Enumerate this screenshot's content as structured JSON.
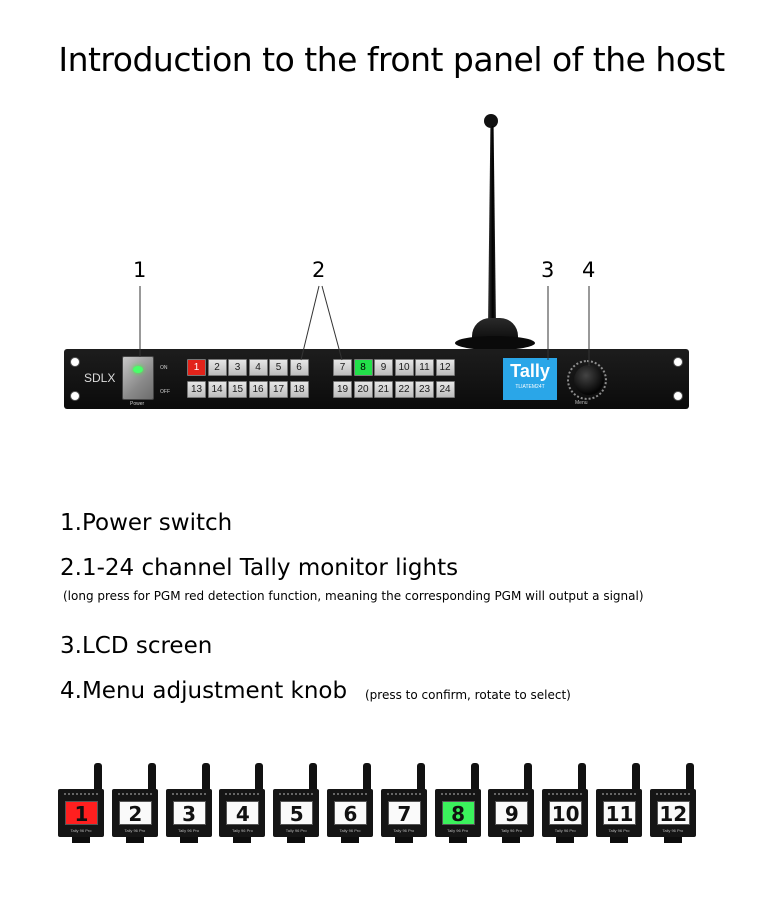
{
  "title": "Introduction to the front panel of the host",
  "callouts": [
    "1",
    "2",
    "3",
    "4"
  ],
  "device": {
    "brand": "SDLX",
    "power_on": "ON",
    "power_off": "OFF",
    "power_label": "Power",
    "lcd_text": "Tally",
    "lcd_model": "TLIATEM24T",
    "knob_label": "Menu",
    "keys_left_top": [
      "1",
      "2",
      "3",
      "4",
      "5",
      "6"
    ],
    "keys_left_bottom": [
      "13",
      "14",
      "15",
      "16",
      "17",
      "18"
    ],
    "keys_right_top": [
      "7",
      "8",
      "9",
      "10",
      "11",
      "12"
    ],
    "keys_right_bottom": [
      "19",
      "20",
      "21",
      "22",
      "23",
      "24"
    ],
    "active_red": "1",
    "active_green": "8",
    "colors": {
      "red": "#e2231a",
      "green": "#22e04a",
      "lcd": "#2aa6e8"
    }
  },
  "descriptions": {
    "item1": "1.Power switch",
    "item2": "2.1-24 channel Tally monitor lights",
    "item2_note": "(long press for PGM red detection function, meaning the corresponding PGM will output a signal)",
    "item3": "3.LCD screen",
    "item4": "4.Menu adjustment knob",
    "item4_note": "(press to confirm, rotate to select)"
  },
  "receivers": {
    "numbers": [
      "1",
      "2",
      "3",
      "4",
      "5",
      "6",
      "7",
      "8",
      "9",
      "10",
      "11",
      "12"
    ],
    "brand": "Tally 96 Pro",
    "red": "1",
    "green": "8"
  }
}
